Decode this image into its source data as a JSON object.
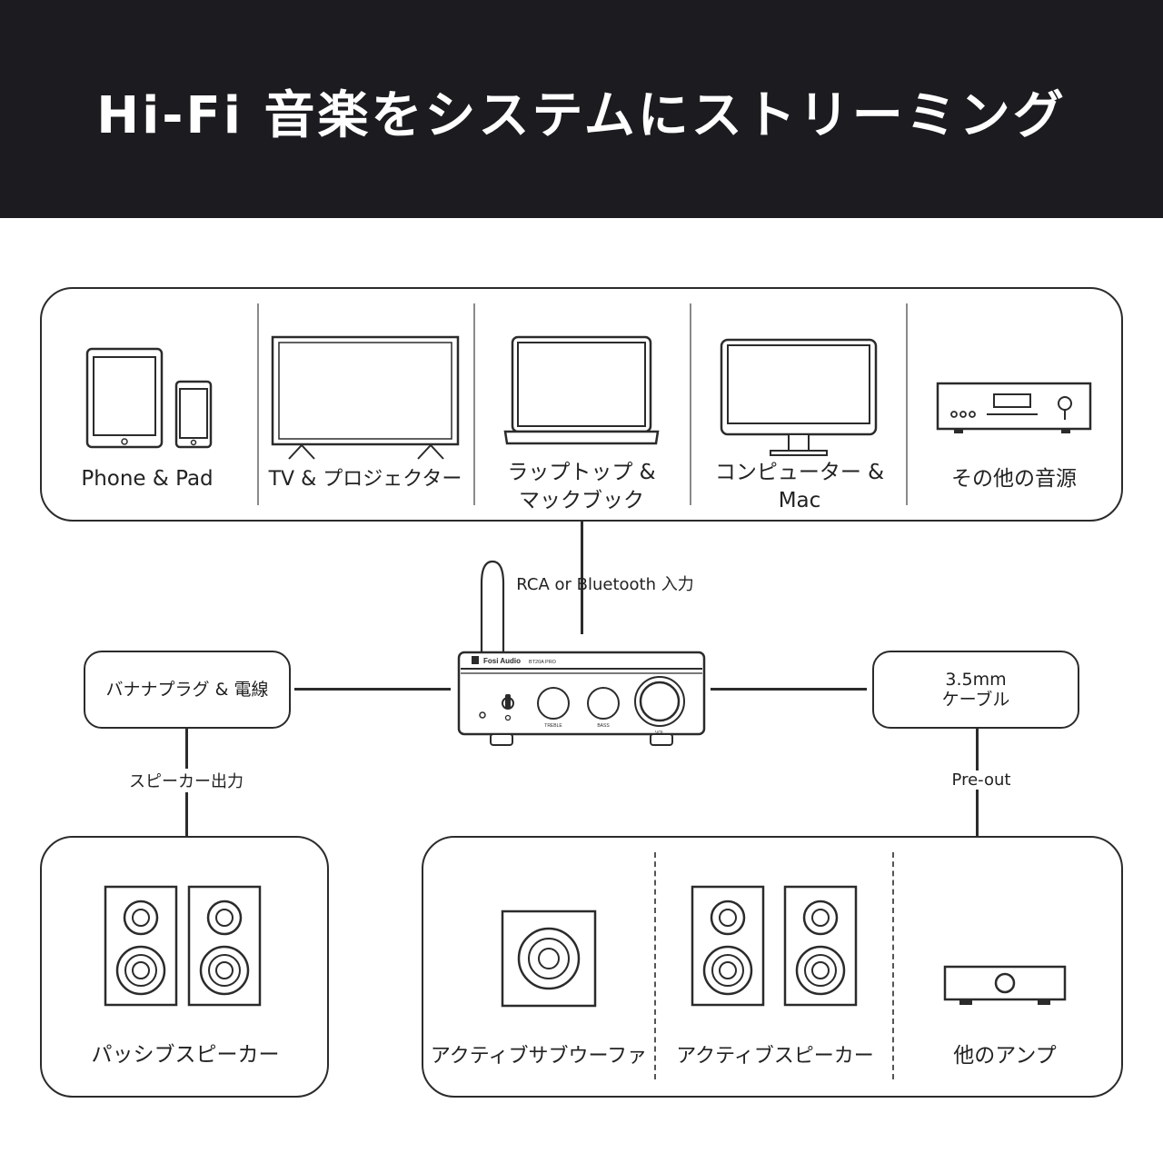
{
  "header": {
    "title": "Hi-Fi  音楽をシステムにストリーミング"
  },
  "sources": [
    {
      "label": "Phone & Pad",
      "icon": "tablet-phone-icon"
    },
    {
      "label": "TV & プロジェクター",
      "icon": "tv-icon"
    },
    {
      "label": "ラップトップ &\nマックブック",
      "icon": "laptop-icon"
    },
    {
      "label": "コンピューター &\nMac",
      "icon": "monitor-icon"
    },
    {
      "label": "その他の音源",
      "icon": "audio-player-icon"
    }
  ],
  "connections": {
    "input": "RCA or Bluetooth 入力",
    "speaker_output": "スピーカー出力",
    "pre_out": "Pre-out",
    "banana": "バナナプラグ & 電線",
    "cable": "3.5mm\nケーブル"
  },
  "amp": {
    "brand": "Fosi Audio",
    "model": "BT20A PRO",
    "knobs": [
      "TREBLE",
      "BASS",
      "VOL"
    ]
  },
  "outputs": {
    "passive": "パッシブスピーカー",
    "active": [
      {
        "label": "アクティブサブウーファ",
        "icon": "subwoofer-icon"
      },
      {
        "label": "アクティブスピーカー",
        "icon": "speakers-icon"
      },
      {
        "label": "他のアンプ",
        "icon": "amplifier-icon"
      }
    ]
  },
  "colors": {
    "banner": "#1c1b1f",
    "line": "#2b2b2b"
  }
}
